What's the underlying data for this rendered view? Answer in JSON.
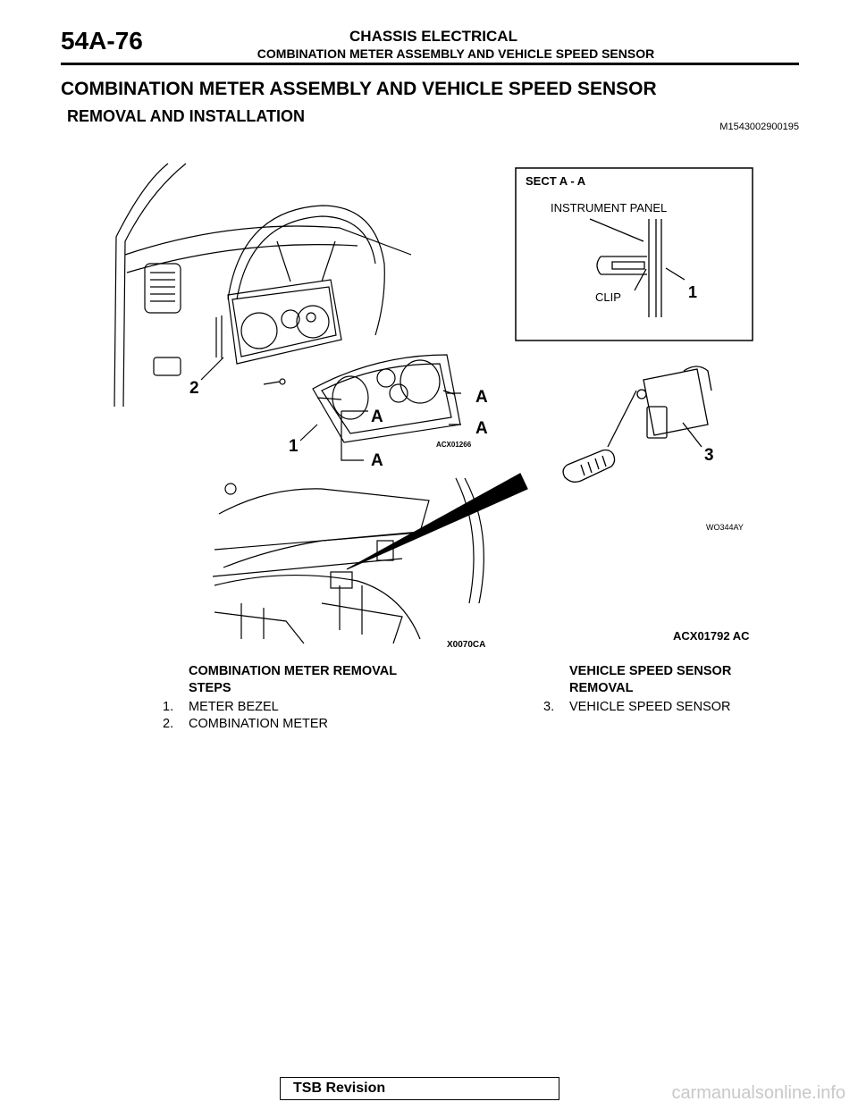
{
  "header": {
    "page_number": "54A-76",
    "section": "CHASSIS ELECTRICAL",
    "subsection": "COMBINATION METER ASSEMBLY AND VEHICLE SPEED SENSOR"
  },
  "main_title": "COMBINATION METER ASSEMBLY AND VEHICLE SPEED SENSOR",
  "sub_title": "REMOVAL AND INSTALLATION",
  "doc_code": "M1543002900195",
  "figure": {
    "section_view": {
      "title": "SECT A - A",
      "instrument_panel_label": "INSTRUMENT PANEL",
      "clip_label": "CLIP",
      "callout": "1"
    },
    "callouts": {
      "meter": "2",
      "bezel": "1",
      "sensor": "3",
      "section_a1": "A",
      "section_a2": "A",
      "section_a3": "A",
      "section_a4": "A"
    },
    "codes": {
      "acx01266": "ACX01266",
      "x0070ca": "X0070CA",
      "w0344ay": "WO344AY",
      "main": "ACX01792 AC"
    }
  },
  "left_column": {
    "heading": "COMBINATION METER REMOVAL STEPS",
    "items": [
      {
        "num": "1.",
        "text": "METER BEZEL"
      },
      {
        "num": "2.",
        "text": "COMBINATION METER"
      }
    ]
  },
  "right_column": {
    "heading": "VEHICLE SPEED SENSOR REMOVAL",
    "items": [
      {
        "num": "3.",
        "text": "VEHICLE SPEED SENSOR"
      }
    ]
  },
  "footer": {
    "tsb_label": "TSB Revision",
    "watermark": "carmanualsonline.info"
  }
}
